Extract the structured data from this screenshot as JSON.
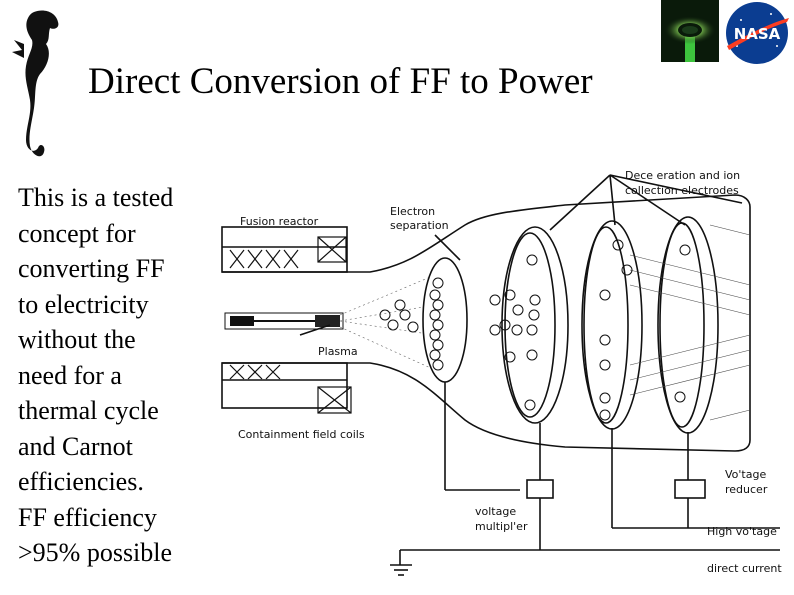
{
  "title": "Direct Conversion of FF to Power",
  "body_lines": [
    "This is a tested",
    "concept for",
    "converting FF",
    "to electricity",
    "without the",
    "need for a",
    "thermal cycle",
    "and Carnot",
    "efficiencies.",
    "FF efficiency",
    ">95% possible"
  ],
  "logos": {
    "nasa_text": "NASA"
  },
  "diagram": {
    "labels": {
      "fusion_reactor": "Fusion reactor",
      "electron_separation_1": "Electron",
      "electron_separation_2": "separation",
      "deceleration_1": "Dece eration and ion",
      "deceleration_2": "collection electrodes",
      "plasma": "Plasma",
      "containment": "Containment field coils",
      "voltage_reducer_1": "Vo'tage",
      "voltage_reducer_2": "reducer",
      "voltage_multiplier_1": "voltage",
      "voltage_multiplier_2": "multipl'er",
      "high_voltage": "High vo'tage",
      "direct_current": "direct current"
    }
  }
}
